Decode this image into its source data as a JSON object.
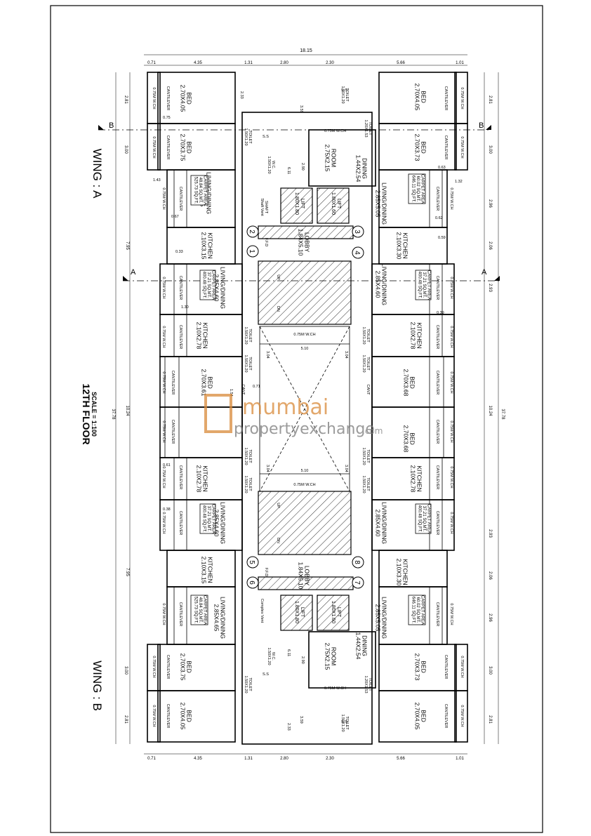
{
  "sheet": {
    "floor_title": "12TH FLOOR",
    "scale": "SCALE = 1:100",
    "wing_a": "WING : A",
    "wing_b": "WING : B",
    "section_a": "A",
    "section_b": "B"
  },
  "watermark": {
    "line1": "mumbai",
    "line2": "propertyexchange",
    "suffix": ".com"
  },
  "dimensions": {
    "overall_width": "18.15",
    "overall_height": "37.78",
    "top_chain": [
      "0.71",
      "4.35",
      "1.31",
      "2.80",
      "2.30",
      "5.66",
      "1.01"
    ],
    "side_chain": [
      "2.81",
      "3.00",
      "2.96",
      "2.06",
      "2.93",
      "10.24",
      "2.93",
      "2.06",
      "2.96",
      "3.00",
      "2.81"
    ],
    "left_major": [
      "7.95",
      "10.24",
      "7.95"
    ],
    "misc": [
      "1.43",
      "0.75",
      "0.67",
      "0.33",
      "0.38",
      "1.30",
      "0.39",
      "0.62",
      "1.32",
      "0.63",
      "0.59",
      "0.61",
      "0.71",
      "1.54",
      "2.33",
      "3.59",
      "2.90",
      "6.11",
      "3.04",
      "5.10",
      "0.73"
    ]
  },
  "rooms": {
    "bed_405": "BED\n2.70X4.05",
    "bed_375": "BED\n2.70X3.75",
    "bed_373": "BED\n2.70X3.73",
    "bed_368": "BED\n2.70X3.68",
    "bed_361": "BED\n2.70X3.61",
    "living_465": "LIVING/DINING\n2.85X4.65",
    "living_505": "LIVING/DINING\n2.85X5.05",
    "living_460": "LIVING/DINING\n2.85X4.60",
    "kitchen_315": "KITCHEN\n2.10X3.15",
    "kitchen_330": "KITCHEN\n2.10X3.30",
    "kitchen_278": "KITCHEN\n2.10X2.78",
    "room": "ROOM\n2.75X2.15",
    "dining": "DINING\n1.44X2.54",
    "lobby": "LOBBY\n1.84X5.10",
    "lift_a": "LIFT\n1.80X1.80",
    "lift_b": "LIFT\n1.80X1.60",
    "toilet_a": "TOILET\n1.50X1.20",
    "toilet_b": "TOILET\n1.20X1.53",
    "wc": "W.C.\n1.50X1.20",
    "cantilever": "CANTILEVER",
    "window": "0.75M W.CH",
    "ss": "S.S",
    "shaft": "SHAFT",
    "shaft_vent": "Shaft Vent",
    "cb_vent": "Complex Vent",
    "up": "UP",
    "dn": "DN",
    "ffd": "F.F.D",
    "cant": "CANT"
  },
  "carpet_areas": {
    "c1": "CARPET AREA\n48.84 SQ.MT.\n525.73 SQ.FT.",
    "c2": "CARPET AREA\n60.02 SQ.MT.\n646.11 SQ.FT.",
    "c3": "CARPET AREA\n37.21 SQ.MT.\n400.48 SQ.FT."
  },
  "flat_numbers": [
    "1",
    "2",
    "3",
    "4",
    "5",
    "6",
    "7",
    "8"
  ]
}
